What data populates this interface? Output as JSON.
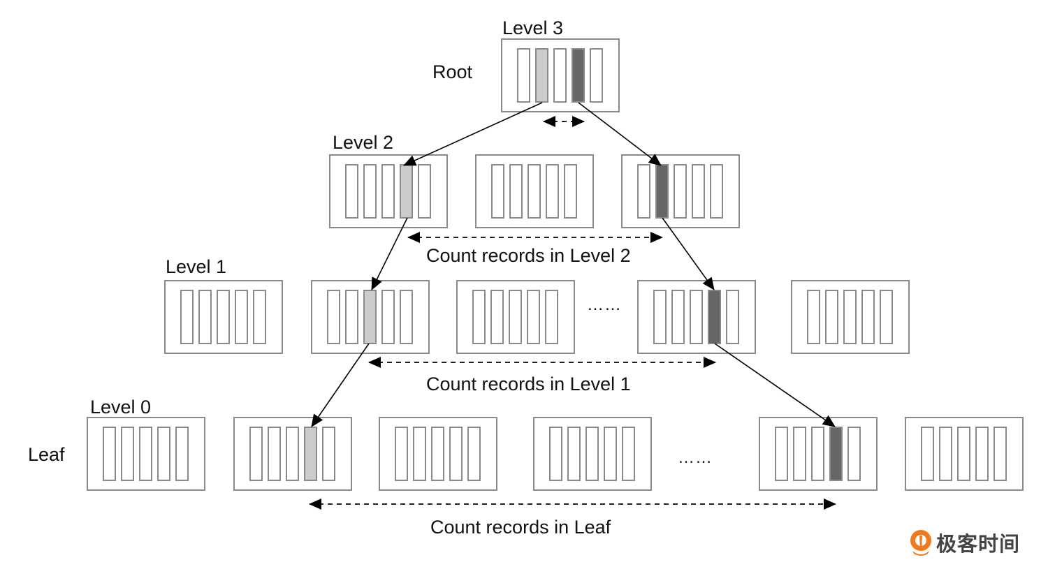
{
  "title": "B+ tree level record counting",
  "colors": {
    "light_record": "#cccccc",
    "dark_record": "#666666",
    "empty_record": "#ffffff",
    "brand": "#f07a1e"
  },
  "row_labels": {
    "root": "Root",
    "leaf": "Leaf"
  },
  "levels": [
    {
      "id": "level3",
      "label": "Level 3",
      "nodes": [
        {
          "records": [
            "empty",
            "light",
            "empty",
            "dark",
            "empty"
          ]
        }
      ],
      "caption": null
    },
    {
      "id": "level2",
      "label": "Level 2",
      "nodes": [
        {
          "records": [
            "empty",
            "empty",
            "empty",
            "light",
            "empty"
          ]
        },
        {
          "records": [
            "empty",
            "empty",
            "empty",
            "empty",
            "empty"
          ]
        },
        {
          "records": [
            "empty",
            "dark",
            "empty",
            "empty",
            "empty"
          ]
        }
      ],
      "caption": "Count records in Level 2"
    },
    {
      "id": "level1",
      "label": "Level 1",
      "nodes": [
        {
          "records": [
            "empty",
            "empty",
            "empty",
            "empty",
            "empty"
          ]
        },
        {
          "records": [
            "empty",
            "empty",
            "light",
            "empty",
            "empty"
          ]
        },
        {
          "records": [
            "empty",
            "empty",
            "empty",
            "empty",
            "empty"
          ]
        },
        {
          "records": [
            "empty",
            "empty",
            "empty",
            "dark",
            "empty"
          ]
        },
        {
          "records": [
            "empty",
            "empty",
            "empty",
            "empty",
            "empty"
          ]
        }
      ],
      "ellipsis": "……",
      "caption": "Count records in Level 1"
    },
    {
      "id": "level0",
      "label": "Level 0",
      "nodes": [
        {
          "records": [
            "empty",
            "empty",
            "empty",
            "empty",
            "empty"
          ]
        },
        {
          "records": [
            "empty",
            "empty",
            "empty",
            "light",
            "empty"
          ]
        },
        {
          "records": [
            "empty",
            "empty",
            "empty",
            "empty",
            "empty"
          ]
        },
        {
          "records": [
            "empty",
            "empty",
            "empty",
            "empty",
            "empty"
          ]
        },
        {
          "records": [
            "empty",
            "empty",
            "empty",
            "dark",
            "empty"
          ]
        },
        {
          "records": [
            "empty",
            "empty",
            "empty",
            "empty",
            "empty"
          ]
        }
      ],
      "ellipsis": "……",
      "caption": "Count records in Leaf"
    }
  ],
  "logo": {
    "icon": "geektime-logo-icon",
    "text": "极客时间"
  }
}
